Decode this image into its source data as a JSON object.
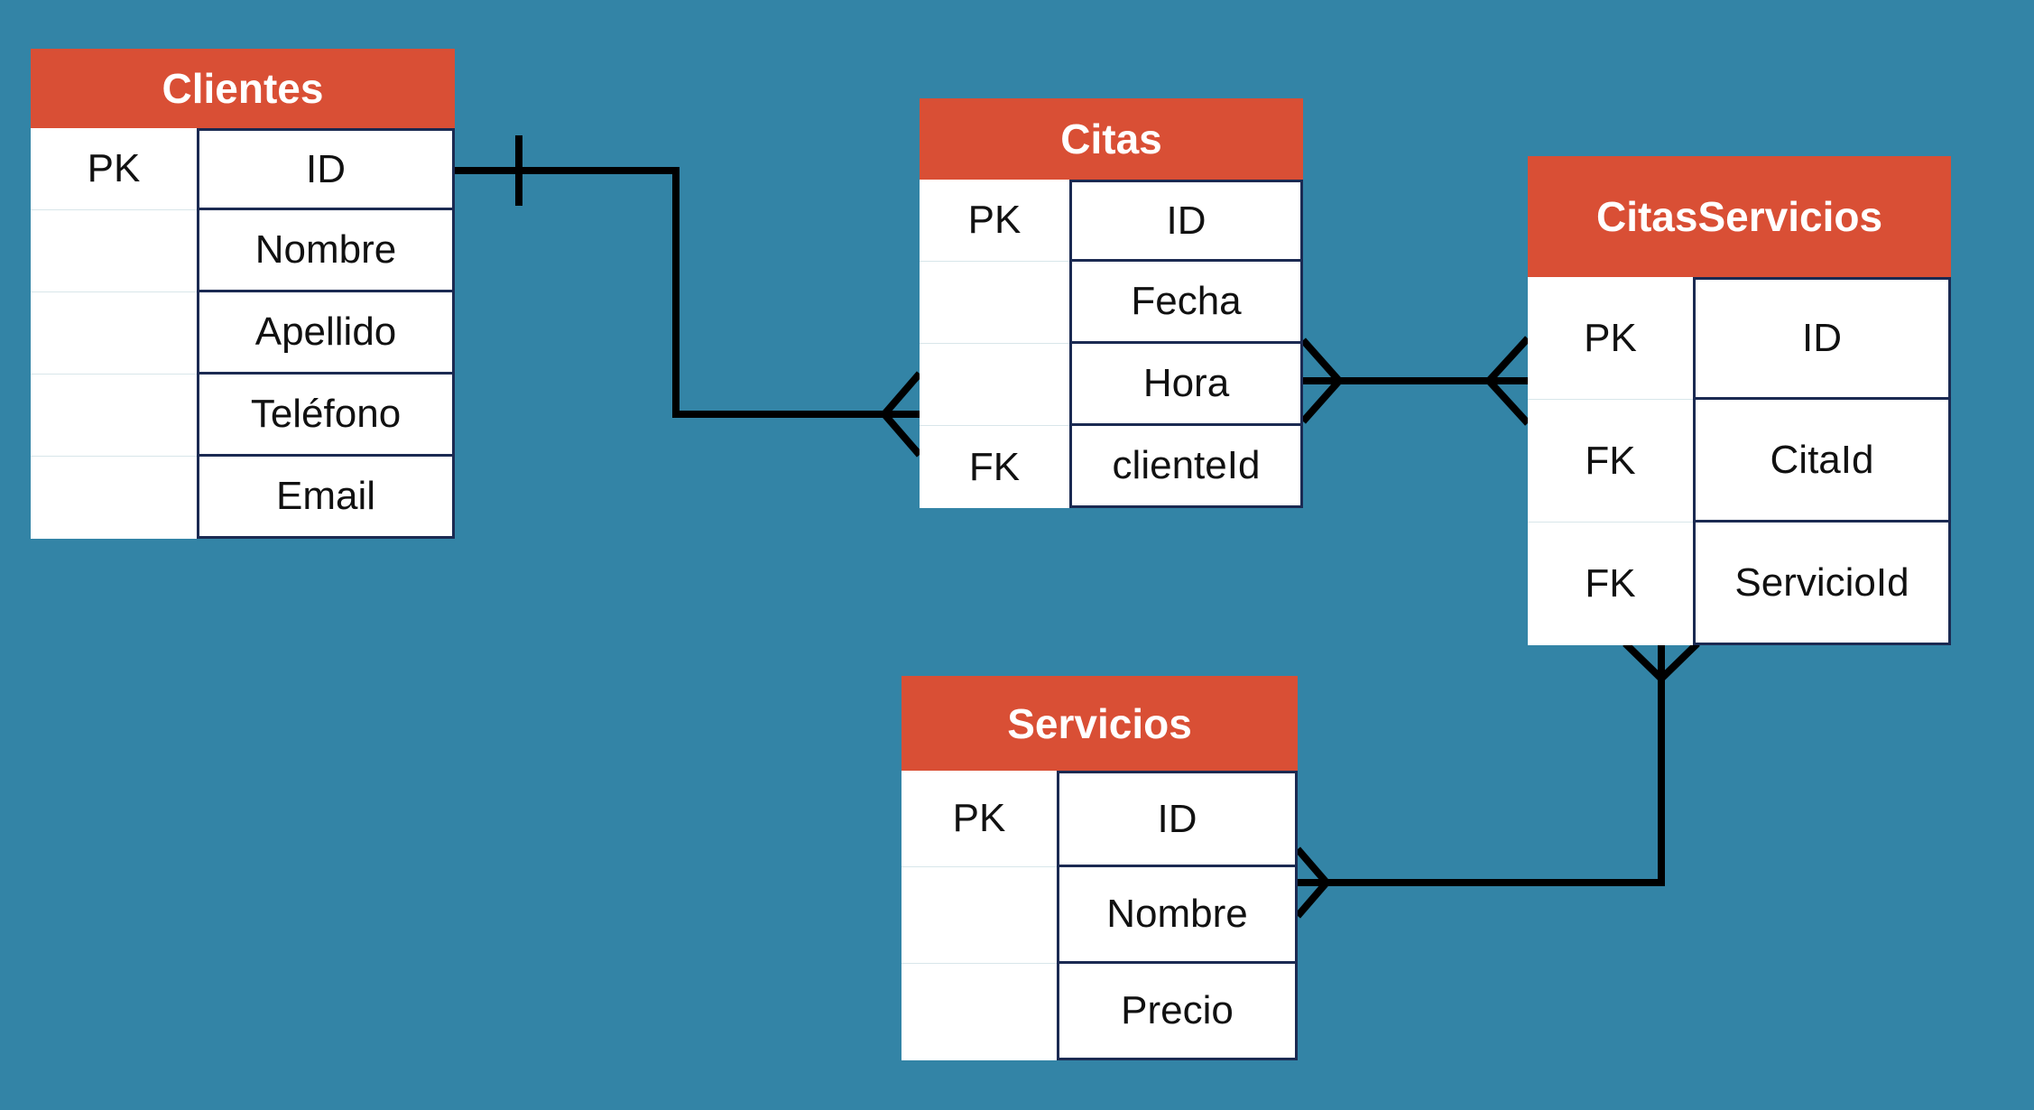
{
  "background_color": "#3384a6",
  "header_color": "#d94f35",
  "entities": {
    "clientes": {
      "title": "Clientes",
      "rows": [
        {
          "key": "PK",
          "attr": "ID"
        },
        {
          "key": "",
          "attr": "Nombre"
        },
        {
          "key": "",
          "attr": "Apellido"
        },
        {
          "key": "",
          "attr": "Teléfono"
        },
        {
          "key": "",
          "attr": "Email"
        }
      ]
    },
    "citas": {
      "title": "Citas",
      "rows": [
        {
          "key": "PK",
          "attr": "ID"
        },
        {
          "key": "",
          "attr": "Fecha"
        },
        {
          "key": "",
          "attr": "Hora"
        },
        {
          "key": "FK",
          "attr": "clienteId"
        }
      ]
    },
    "citasservicios": {
      "title": "CitasServicios",
      "rows": [
        {
          "key": "PK",
          "attr": "ID"
        },
        {
          "key": "FK",
          "attr": "CitaId"
        },
        {
          "key": "FK",
          "attr": "ServicioId"
        }
      ]
    },
    "servicios": {
      "title": "Servicios",
      "rows": [
        {
          "key": "PK",
          "attr": "ID"
        },
        {
          "key": "",
          "attr": "Nombre"
        },
        {
          "key": "",
          "attr": "Precio"
        }
      ]
    }
  }
}
